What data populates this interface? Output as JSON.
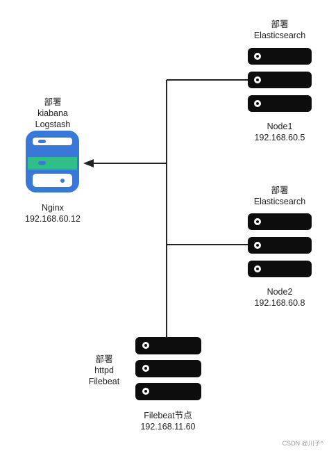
{
  "nodes": {
    "nginx": {
      "deploy_label": "部署",
      "services": [
        "kiabana",
        "Logstash"
      ],
      "name": "Nginx",
      "ip": "192.168.60.12"
    },
    "node1": {
      "deploy_label": "部署",
      "services": [
        "Elasticsearch"
      ],
      "name": "Node1",
      "ip": "192.168.60.5"
    },
    "node2": {
      "deploy_label": "部署",
      "services": [
        "Elasticsearch"
      ],
      "name": "Node2",
      "ip": "192.168.60.8"
    },
    "filebeat": {
      "deploy_label": "部署",
      "services": [
        "httpd",
        "Filebeat"
      ],
      "name": "Filebeat节点",
      "ip": "192.168.11.60"
    }
  },
  "colors": {
    "server_body": "#3a78d8",
    "server_accent": "#2fc08a",
    "rack": "#0d0d0d",
    "line": "#222222"
  },
  "icons": {
    "nginx": "server-rack-icon-blue",
    "es": "server-rack-icon-black"
  },
  "watermark": "CSDN @川子^"
}
